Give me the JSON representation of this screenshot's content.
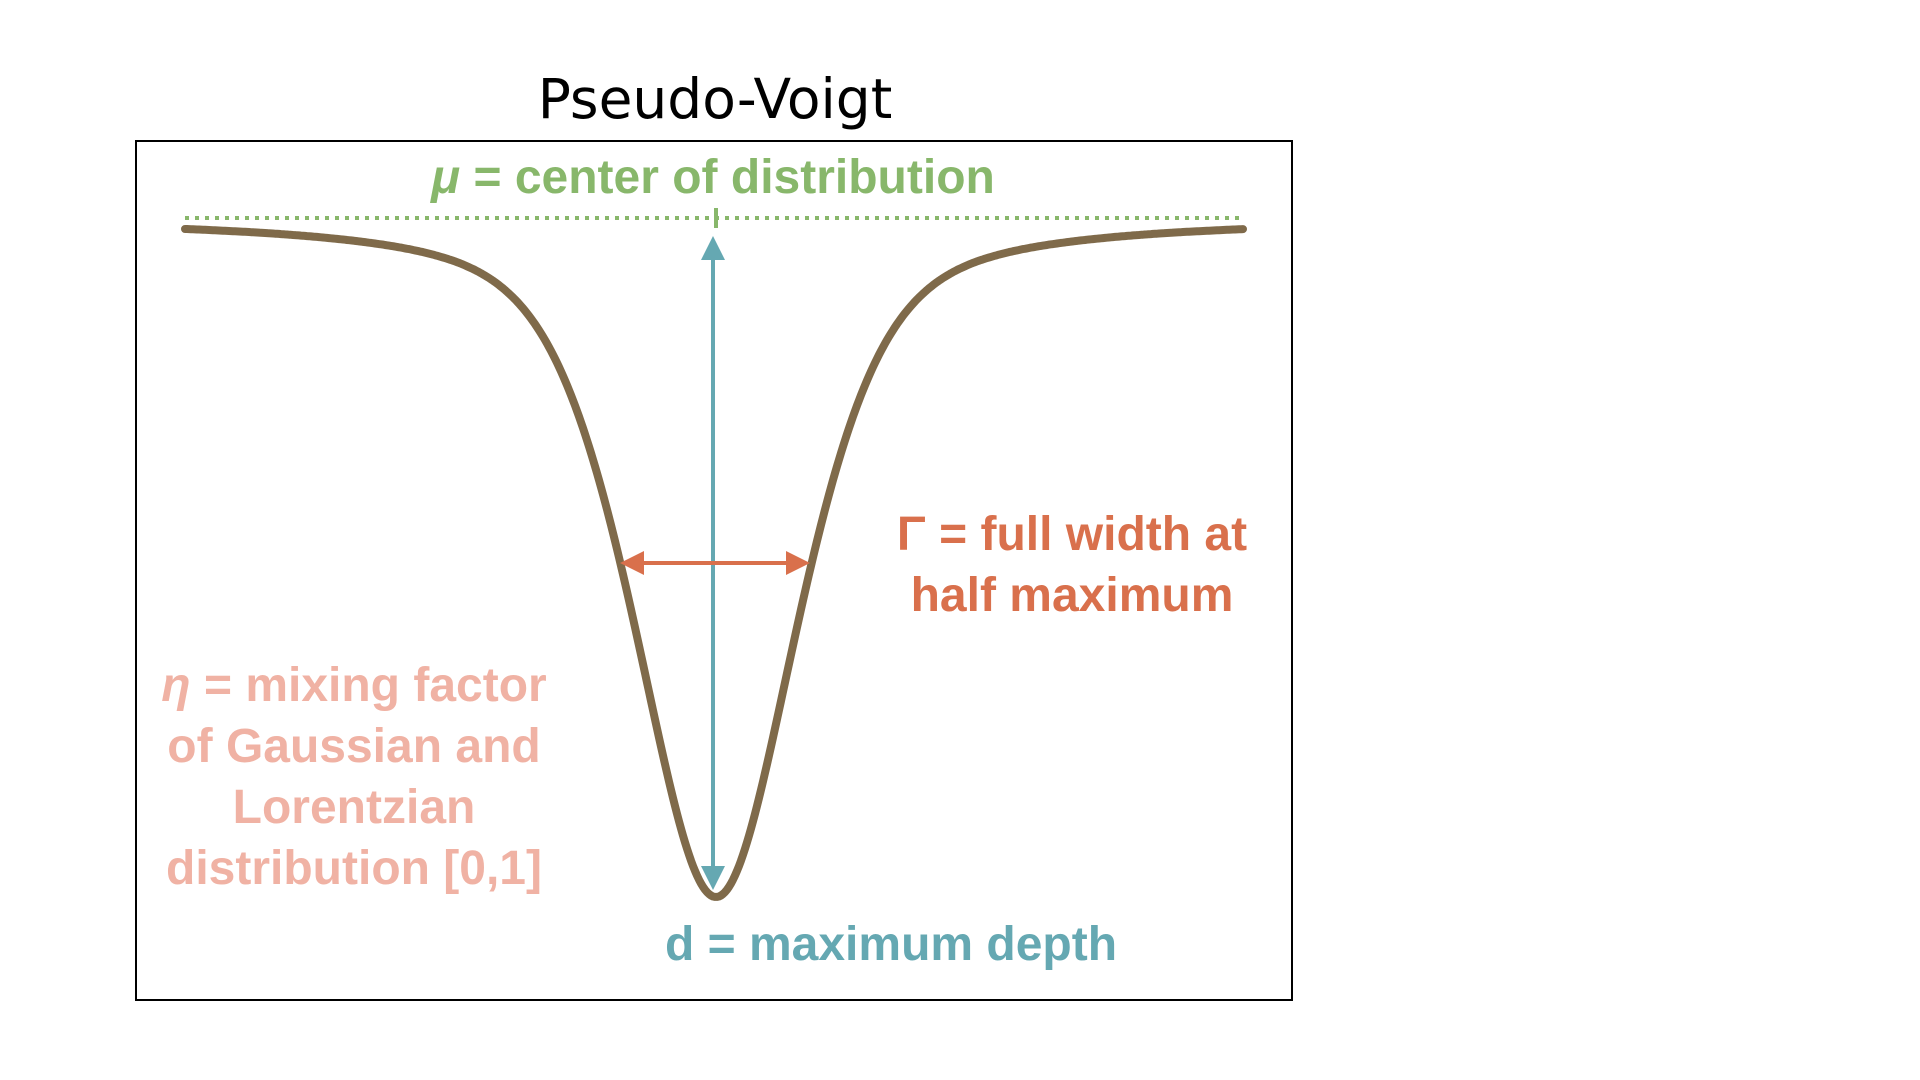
{
  "title": "Pseudo-Voigt",
  "annotations": {
    "center": {
      "symbol": "μ",
      "text": " = center of distribution"
    },
    "fwhm": {
      "line1": "Γ = full width at",
      "line2": "half maximum"
    },
    "mixing": {
      "symbol": "η",
      "line1_rest": " = mixing factor",
      "line2": "of Gaussian and",
      "line3": "Lorentzian",
      "line4": "distribution [0,1]"
    },
    "depth": {
      "text": "d = maximum depth"
    }
  },
  "colors": {
    "curve": "#7f6a4a",
    "center": "#88b76b",
    "depth": "#65a8b2",
    "fwhm": "#d9704c",
    "mixing": "#f0b2a4",
    "frame": "#000000"
  },
  "curve_params": {
    "function": "pseudo-voigt",
    "eta": 0.5,
    "relative_depth": 1.0
  }
}
